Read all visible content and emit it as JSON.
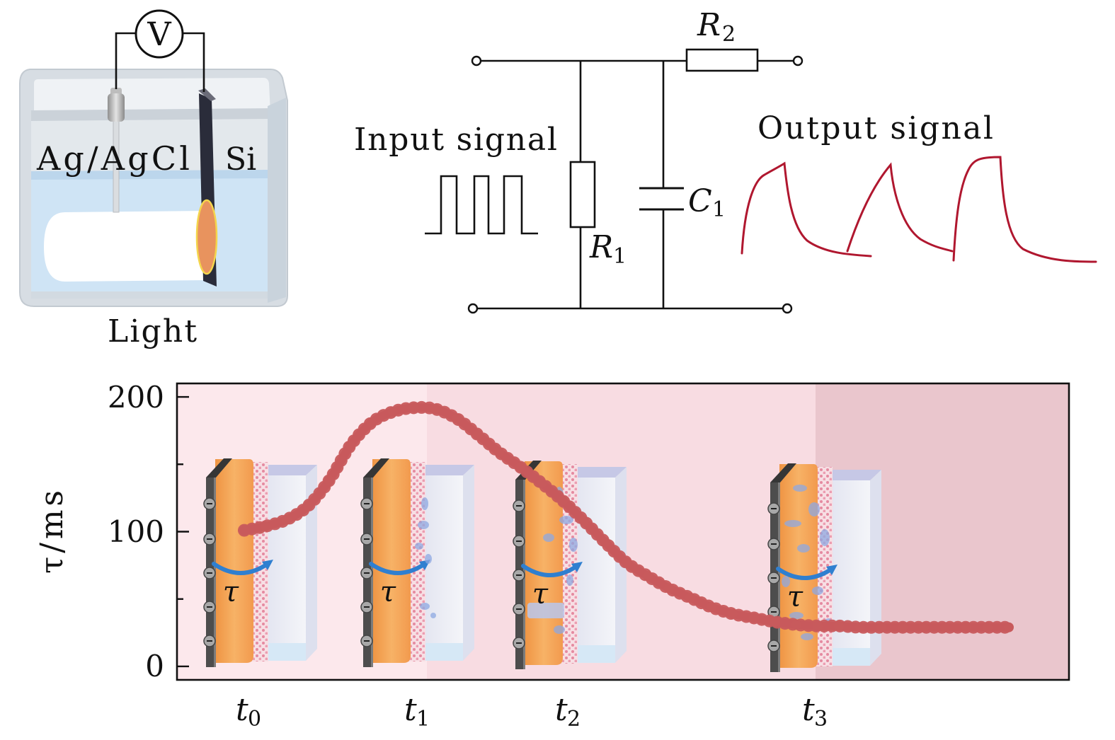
{
  "cell": {
    "voltmeter_label": "V",
    "reference_electrode_label": "Ag/AgCl",
    "working_electrode_label": "Si",
    "light_label": "Light"
  },
  "circuit": {
    "input_label": "Input signal",
    "output_label": "Output signal",
    "output_color": "#b0172f",
    "r2": {
      "symbol": "R",
      "sub": "2"
    },
    "r1": {
      "symbol": "R",
      "sub": "1"
    },
    "c1": {
      "symbol": "C",
      "sub": "1"
    }
  },
  "insets": {
    "tau_label": "τ"
  },
  "chart_data": {
    "type": "line",
    "ylabel": "τ/ms",
    "ylim": [
      -10,
      210
    ],
    "yticks_major": [
      0,
      100,
      200
    ],
    "yticks_minor": [
      50,
      150
    ],
    "ytick_labels": [
      "0",
      "100",
      "200"
    ],
    "xtick_labels": [
      {
        "symbol": "t",
        "sub": "0"
      },
      {
        "symbol": "t",
        "sub": "1"
      },
      {
        "symbol": "t",
        "sub": "2"
      },
      {
        "symbol": "t",
        "sub": "3"
      }
    ],
    "grid": false,
    "series": [
      {
        "color": "#c85a5c",
        "values": [
          101,
          104,
          109,
          119,
          138,
          164,
          181,
          189,
          192,
          191,
          184,
          172,
          159,
          148,
          136,
          123,
          108,
          92,
          77,
          67,
          58,
          51,
          44,
          39,
          36,
          33,
          31,
          30,
          30,
          29,
          29,
          29,
          29,
          29,
          29,
          29,
          29
        ]
      }
    ],
    "bands": [
      {
        "color": "#fce8ec"
      },
      {
        "color": "#f8dce2"
      },
      {
        "color": "#eac6cd"
      }
    ]
  }
}
